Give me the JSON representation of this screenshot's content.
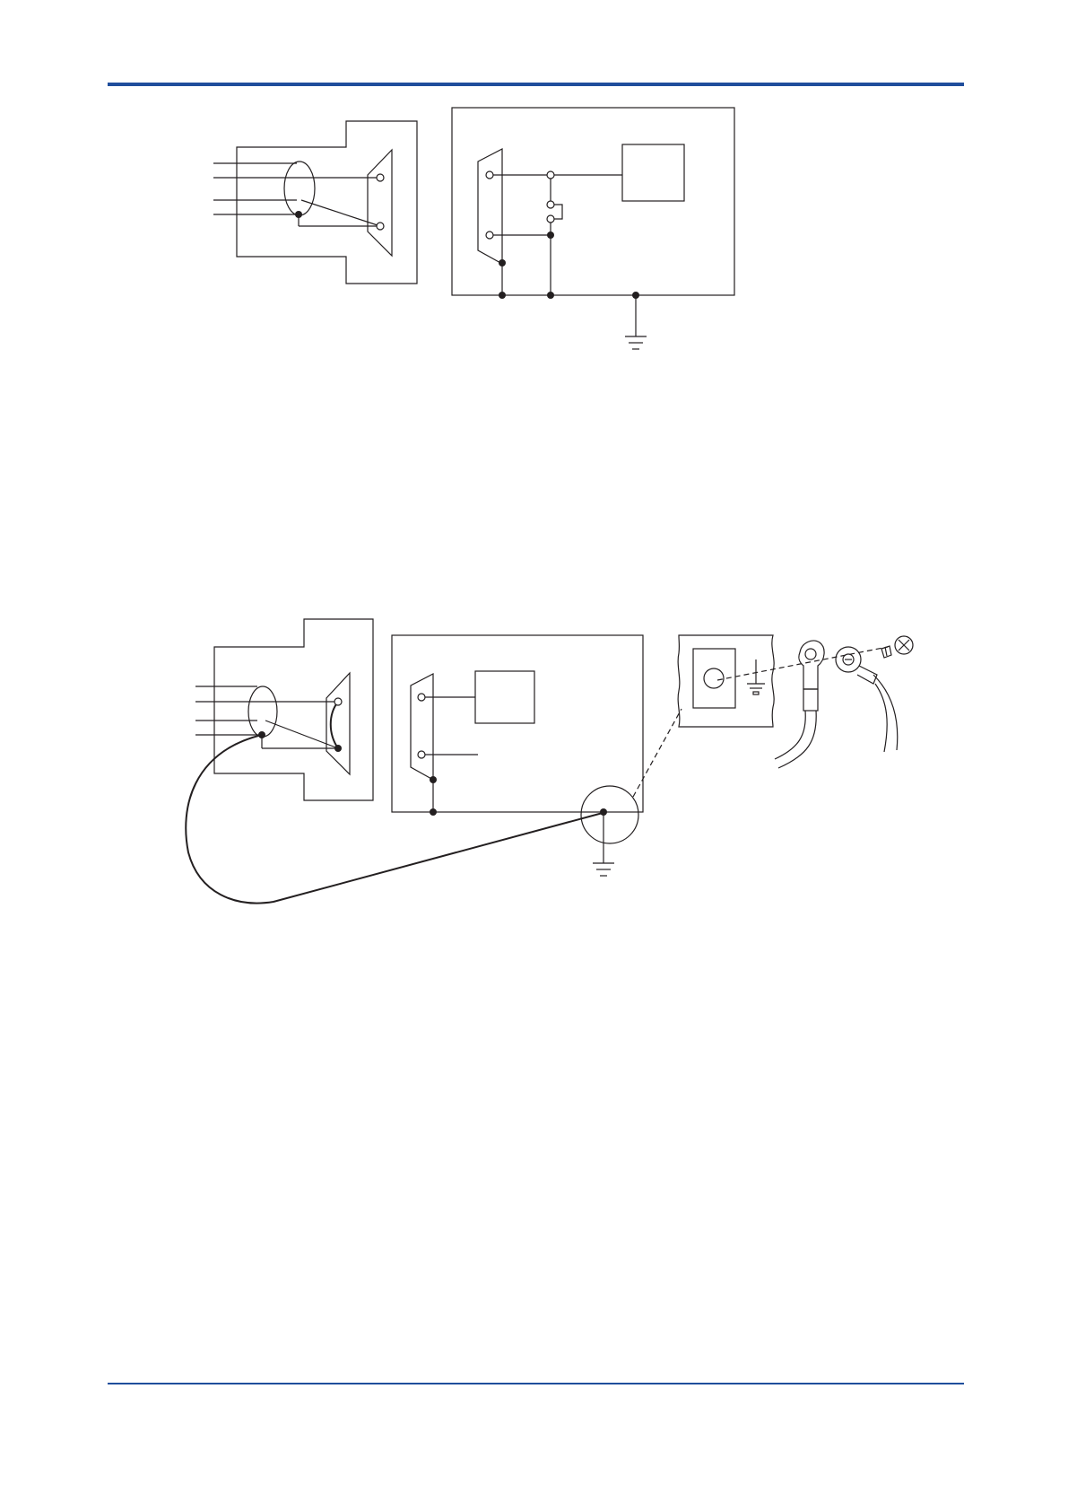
{
  "page": {
    "header_rule_color": "#1f4e9c",
    "footer_rule_color": "#1f4e9c",
    "line_color": "#231f20"
  },
  "figures": [
    {
      "id": "figure-1",
      "icons": [
        "ground-symbol"
      ]
    },
    {
      "id": "figure-2",
      "icons": [
        "ground-symbol",
        "ring-terminal-icon",
        "screw-icon",
        "ground-terminal-icon"
      ]
    }
  ]
}
